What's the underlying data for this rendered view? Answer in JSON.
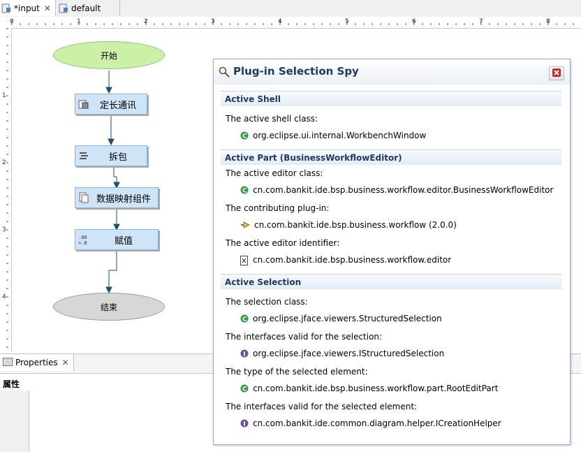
{
  "tabs": [
    {
      "label": "*input"
    },
    {
      "label": "default"
    }
  ],
  "ruler": {
    "h_ticks": [
      "0",
      "1",
      "2",
      "3",
      "4",
      "5",
      "6",
      "7",
      "8"
    ],
    "v_ticks": [
      "1",
      "2",
      "3",
      "4"
    ]
  },
  "diagram": {
    "start": "开始",
    "nodes": [
      "定长通讯",
      "拆包",
      "数据映射组件",
      "赋值"
    ],
    "end": "结束"
  },
  "properties": {
    "tab_label": "Properties",
    "section_label": "属性"
  },
  "spy": {
    "title": "Plug-in Selection Spy",
    "sections": [
      {
        "heading": "Active Shell",
        "items": [
          {
            "label": "The active shell class:",
            "value": "org.eclipse.ui.internal.WorkbenchWindow",
            "icon": "class-icon"
          }
        ]
      },
      {
        "heading": "Active Part (BusinessWorkflowEditor)",
        "items": [
          {
            "label": "The active editor class:",
            "value": "cn.com.bankit.ide.bsp.business.workflow.editor.BusinessWorkflowEditor",
            "icon": "class-icon"
          },
          {
            "label": "The contributing plug-in:",
            "value": "cn.com.bankit.ide.bsp.business.workflow (2.0.0)",
            "icon": "plugin-icon"
          },
          {
            "label": "The active editor identifier:",
            "value": "cn.com.bankit.ide.bsp.business.workflow.editor",
            "icon": "identifier-icon"
          }
        ]
      },
      {
        "heading": "Active Selection",
        "items": [
          {
            "label": "The selection class:",
            "value": "org.eclipse.jface.viewers.StructuredSelection",
            "icon": "class-icon"
          },
          {
            "label": "The interfaces valid for the selection:",
            "value": "org.eclipse.jface.viewers.IStructuredSelection",
            "icon": "interface-icon"
          },
          {
            "label": "The type of the selected element:",
            "value": "cn.com.bankit.ide.bsp.business.workflow.part.RootEditPart",
            "icon": "class-icon"
          },
          {
            "label": "The interfaces valid for the selected element:",
            "value": "cn.com.bankit.ide.common.diagram.helper.ICreationHelper",
            "icon": "interface-icon"
          }
        ]
      }
    ]
  },
  "colors": {
    "class_icon": "#2e9b3f",
    "interface_icon": "#6a4ea0",
    "section_text": "#1f3b63",
    "node_fill": "#cfe4f6",
    "start_fill": "#ccf0a8",
    "end_fill": "#d7d7d7",
    "connector": "#1f4f6b"
  }
}
